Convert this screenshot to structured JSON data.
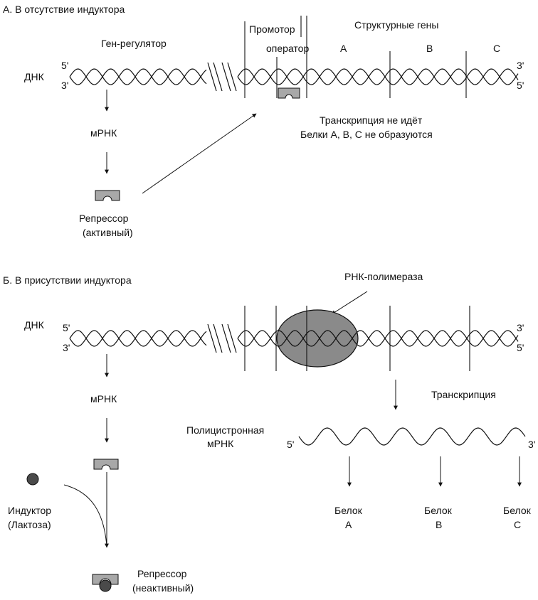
{
  "colors": {
    "ink": "#111111",
    "repressor": "#a8a8a8",
    "polymerase": "#8a8a8a",
    "inducer": "#4a4a4a"
  },
  "sectionA": {
    "title": "А.  В отсутствие индуктора",
    "gene_regulator": "Ген-регулятор",
    "promoter": "Промотор",
    "operator": "оператор",
    "structural_genes": "Структурные гены",
    "gene_a": "A",
    "gene_b": "B",
    "gene_c": "C",
    "dna": "ДНК",
    "five_prime": "5'",
    "three_prime": "3'",
    "mrna": "мРНК",
    "repressor": "Репрессор",
    "repressor_state": "(активный)",
    "no_transcription": "Транскрипция не идёт",
    "no_proteins": "Белки A, B, C не образуются"
  },
  "sectionB": {
    "title": "Б.  В присутствии индуктора",
    "rna_polymerase": "РНК-полимераза",
    "dna": "ДНК",
    "five_prime": "5'",
    "three_prime": "3'",
    "mrna": "мРНК",
    "transcription": "Транскрипция",
    "polycistronic_1": "Полицистронная",
    "polycistronic_2": "мРНК",
    "inducer": "Индуктор",
    "inducer_name": "(Лактоза)",
    "repressor": "Репрессор",
    "repressor_state": "(неактивный)",
    "protein": "Белок",
    "protein_a": "A",
    "protein_b": "B",
    "protein_c": "C"
  }
}
